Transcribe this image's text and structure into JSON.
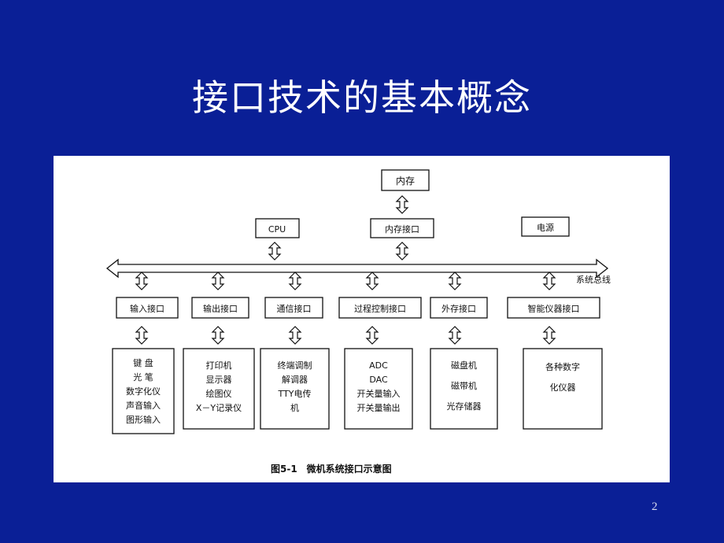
{
  "slide": {
    "title": "接口技术的基本概念",
    "page_number": "2"
  },
  "diagram": {
    "memory": "内存",
    "memory_interface": "内存接口",
    "cpu": "CPU",
    "power": "电源",
    "bus_label": "系统总线",
    "interfaces": [
      {
        "label": "输入接口",
        "devices": [
          "键 盘",
          "光 笔",
          "数字化仪",
          "声音输入",
          "图形输入"
        ]
      },
      {
        "label": "输出接口",
        "devices": [
          "打印机",
          "显示器",
          "绘图仪",
          "X－Y记录仪"
        ]
      },
      {
        "label": "通信接口",
        "devices": [
          "终端调制",
          "解调器",
          "TTY电传",
          "机"
        ]
      },
      {
        "label": "过程控制接口",
        "devices": [
          "ADC",
          "DAC",
          "开关量输入",
          "开关量输出"
        ]
      },
      {
        "label": "外存接口",
        "devices": [
          "磁盘机",
          "磁带机",
          "光存储器"
        ]
      },
      {
        "label": "智能仪器接口",
        "devices": [
          "各种数字",
          "化仪器"
        ]
      }
    ],
    "caption": "图5-1　微机系统接口示意图"
  }
}
